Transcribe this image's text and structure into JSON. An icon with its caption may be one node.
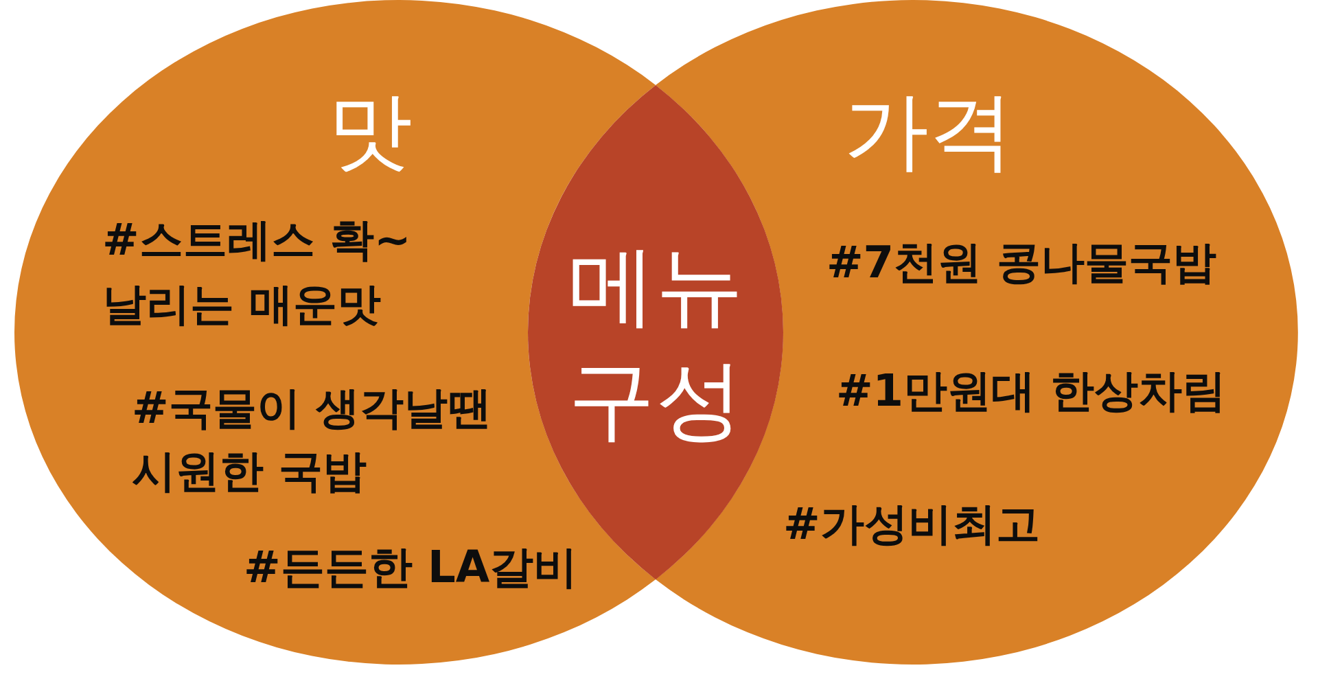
{
  "diagram": {
    "nodes": [
      {
        "text": [
          "맛",
          "#스트레스 확~ 날리는 매운맛",
          "#국물이 생각날땐 시원한 국밥",
          "#든든한 LA갈비"
        ]
      },
      {
        "text": [
          "가격",
          "#7천원 콩나물국밥",
          "#1만원대 한상차림",
          "#가성비최고"
        ]
      },
      {
        "text": [
          "메뉴 구성"
        ]
      }
    ]
  }
}
